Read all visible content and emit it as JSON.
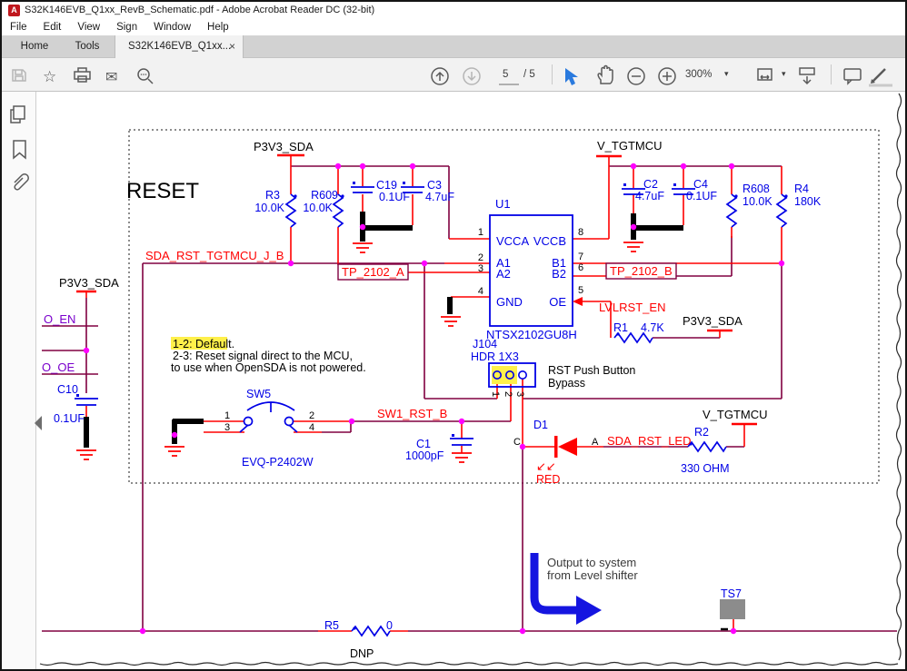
{
  "window": {
    "title": "S32K146EVB_Q1xx_RevB_Schematic.pdf - Adobe Acrobat Reader DC (32-bit)",
    "app_initial": "A"
  },
  "menubar": {
    "items": [
      "File",
      "Edit",
      "View",
      "Sign",
      "Window",
      "Help"
    ]
  },
  "tabbar": {
    "home": "Home",
    "tools": "Tools",
    "doc_tab": "S32K146EVB_Q1xx...",
    "close": "×"
  },
  "toolbar": {
    "page": "5",
    "page_total": "/ 5",
    "zoom": "300%",
    "caret": "▾",
    "caret2": "▾"
  },
  "icons": {
    "star": "☆",
    "email": "✉",
    "led_arrows": "↙↙"
  },
  "colors": {
    "wire": "#800040",
    "net_label": "#FF0000",
    "component": "#0000E6",
    "junction": "#FF00FF",
    "highlight": "#FFF04A",
    "port_label": "#7A00CC",
    "testpoint": "#8C8C8C"
  },
  "sch": {
    "title": "RESET",
    "power": {
      "p3v3_top": "P3V3_SDA",
      "p3v3_left": "P3V3_SDA",
      "p3v3_mid": "P3V3_SDA",
      "vtgt_top": "V_TGTMCU",
      "vtgt_mid": "V_TGTMCU"
    },
    "nets": {
      "sda_rst": "SDA_RST_TGTMCU_J_B",
      "tp_a": "TP_2102_A",
      "tp_b": "TP_2102_B",
      "lvlrst": "LVLRST_EN",
      "sw1_rst": "SW1_RST_B",
      "sda_led": "SDA_RST_LED"
    },
    "ports": {
      "o_en": "O_EN",
      "o_oe": "O_OE"
    },
    "u1": {
      "ref": "U1",
      "part": "NTSX2102GU8H",
      "vcca": "VCCA",
      "vccb": "VCCB",
      "a1": "A1",
      "a2": "A2",
      "b1": "B1",
      "b2": "B2",
      "gnd": "GND",
      "oe": "OE",
      "p1": "1",
      "p2": "2",
      "p3": "3",
      "p4": "4",
      "p5": "5",
      "p6": "6",
      "p7": "7",
      "p8": "8"
    },
    "r3": {
      "ref": "R3",
      "val": "10.0K"
    },
    "r609": {
      "ref": "R609",
      "val": "10.0K"
    },
    "c19": {
      "ref": "C19",
      "val": "0.1UF"
    },
    "c3": {
      "ref": "C3",
      "val": "4.7uF"
    },
    "c2": {
      "ref": "C2",
      "val": "4.7uF"
    },
    "c4": {
      "ref": "C4",
      "val": "0.1UF"
    },
    "r608": {
      "ref": "R608",
      "val": "10.0K"
    },
    "r4": {
      "ref": "R4",
      "val": "180K"
    },
    "r1": {
      "ref": "R1",
      "val": "4.7K"
    },
    "r2": {
      "ref": "R2",
      "val": "330 OHM"
    },
    "r5": {
      "ref": "R5",
      "val": "0",
      "note": "DNP"
    },
    "c1": {
      "ref": "C1",
      "val": "1000pF"
    },
    "c10": {
      "ref": "C10",
      "val": "0.1UF"
    },
    "sw5": {
      "ref": "SW5",
      "part": "EVQ-P2402W",
      "p1": "1",
      "p2": "2",
      "p3": "3",
      "p4": "4"
    },
    "j104": {
      "ref": "J104",
      "type": "HDR 1X3",
      "p1": "1",
      "p2": "2",
      "p3": "3",
      "caption1": "RST Push Button",
      "caption2": "Bypass"
    },
    "d1": {
      "ref": "D1",
      "color": "RED",
      "anode": "A",
      "cathode": "C"
    },
    "ts7": {
      "ref": "TS7"
    },
    "notes": {
      "n1": "1-2: Default.",
      "n2": "2-3: Reset signal direct to the MCU,",
      "n3": "to use when OpenSDA is not powered.",
      "arrow1": "Output to system",
      "arrow2": "from Level shifter"
    }
  }
}
